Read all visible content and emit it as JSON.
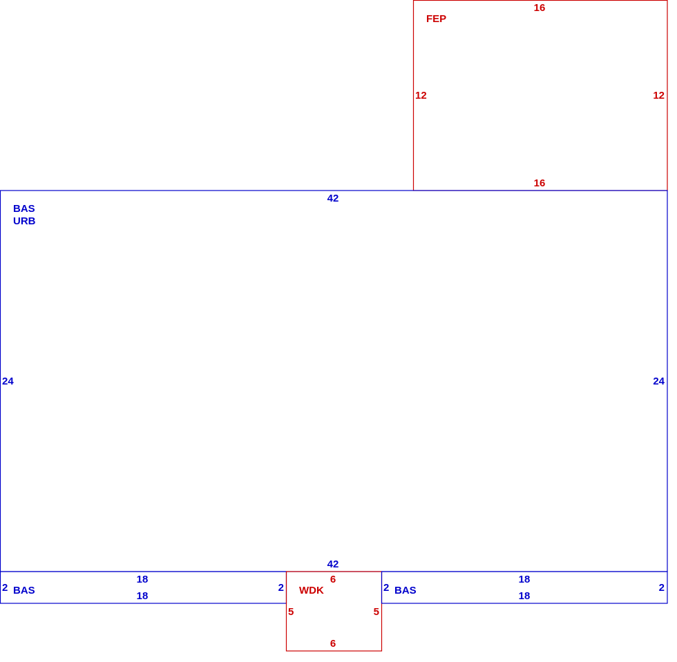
{
  "colors": {
    "living": "#0000cc",
    "other": "#cc0000"
  },
  "fep": {
    "label": "FEP",
    "top": "16",
    "bottom": "16",
    "left": "12",
    "right": "12"
  },
  "main": {
    "label1": "BAS",
    "label2": "URB",
    "top": "42",
    "bottom": "42",
    "left": "24",
    "right": "24"
  },
  "bas_left": {
    "label": "BAS",
    "top": "18",
    "bottom": "18",
    "left": "2",
    "right": "2"
  },
  "bas_right": {
    "label": "BAS",
    "top": "18",
    "bottom": "18",
    "left": "2",
    "right": "2"
  },
  "wdk": {
    "label": "WDK",
    "top": "6",
    "bottom": "6",
    "left": "5",
    "right": "5"
  }
}
